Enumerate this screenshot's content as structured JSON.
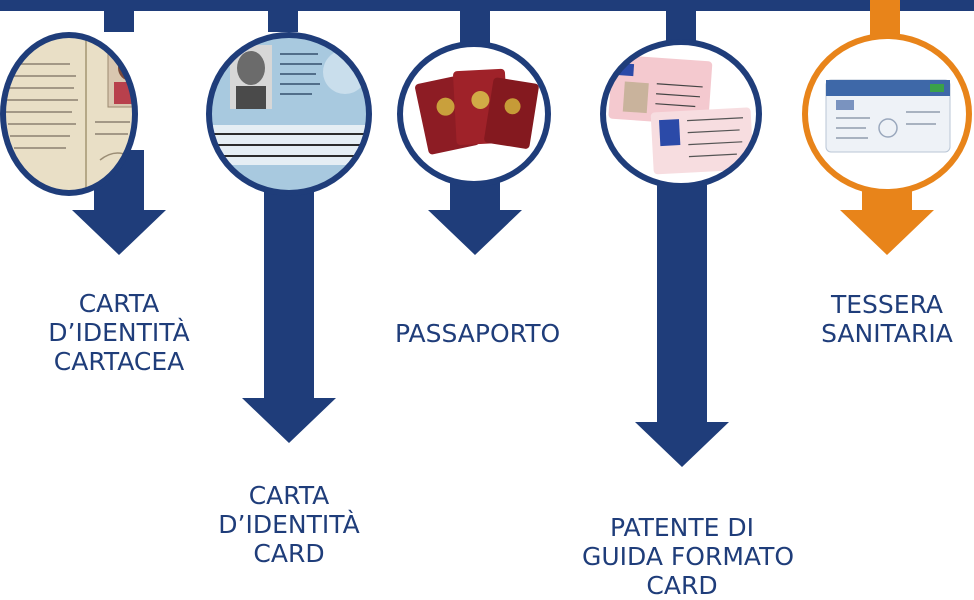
{
  "colors": {
    "primary": "#1f3d7a",
    "accent": "#e8841a",
    "background": "#ffffff"
  },
  "documents": [
    {
      "id": "cartacea",
      "label_lines": [
        "CARTA",
        "D’IDENTITÀ",
        "CARTACEA"
      ],
      "image": "paper identity card photo",
      "highlight": false
    },
    {
      "id": "card",
      "label_lines": [
        "CARTA",
        "D’IDENTITÀ",
        "CARD"
      ],
      "image": "electronic identity card photo",
      "highlight": false
    },
    {
      "id": "passaporto",
      "label_lines": [
        "PASSAPORTO"
      ],
      "image": "passports photo",
      "highlight": false
    },
    {
      "id": "patente",
      "label_lines": [
        "PATENTE DI",
        "GUIDA FORMATO",
        "CARD"
      ],
      "image": "driving licence cards photo",
      "highlight": false
    },
    {
      "id": "tessera",
      "label_lines": [
        "TESSERA",
        "SANITARIA"
      ],
      "image": "health card photo",
      "highlight": true
    }
  ]
}
